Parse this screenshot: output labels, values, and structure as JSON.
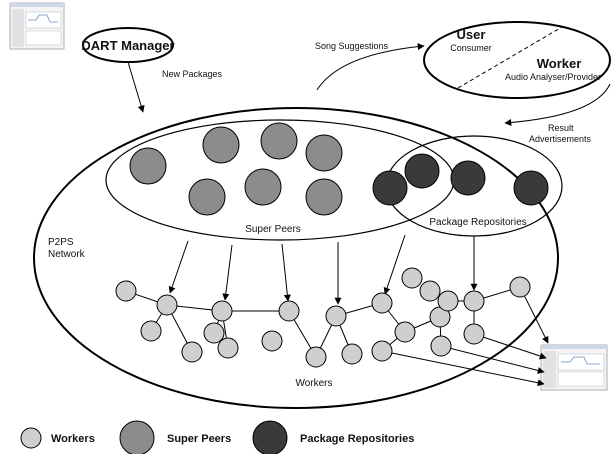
{
  "dart_manager": {
    "label": "DART Manager"
  },
  "user_worker": {
    "user_title": "User",
    "user_subtitle": "Consumer",
    "worker_title": "Worker",
    "worker_subtitle": "Audio Analyser/Provider"
  },
  "edges": {
    "new_packages": "New Packages",
    "song_suggestions": "Song Suggestions",
    "result_line1": "Result",
    "result_line2": "Advertisements"
  },
  "network": {
    "label_line1": "P2PS",
    "label_line2": "Network",
    "super_peers": "Super Peers",
    "package_repositories": "Package Repositories",
    "workers": "Workers"
  },
  "legend": {
    "workers": "Workers",
    "super_peers": "Super Peers",
    "package_repositories": "Package Repositories"
  },
  "colors": {
    "worker_fill": "#cfcfcf",
    "super_peer_fill": "#8c8c8c",
    "repo_fill": "#3a3a3a",
    "stroke": "#000000"
  }
}
